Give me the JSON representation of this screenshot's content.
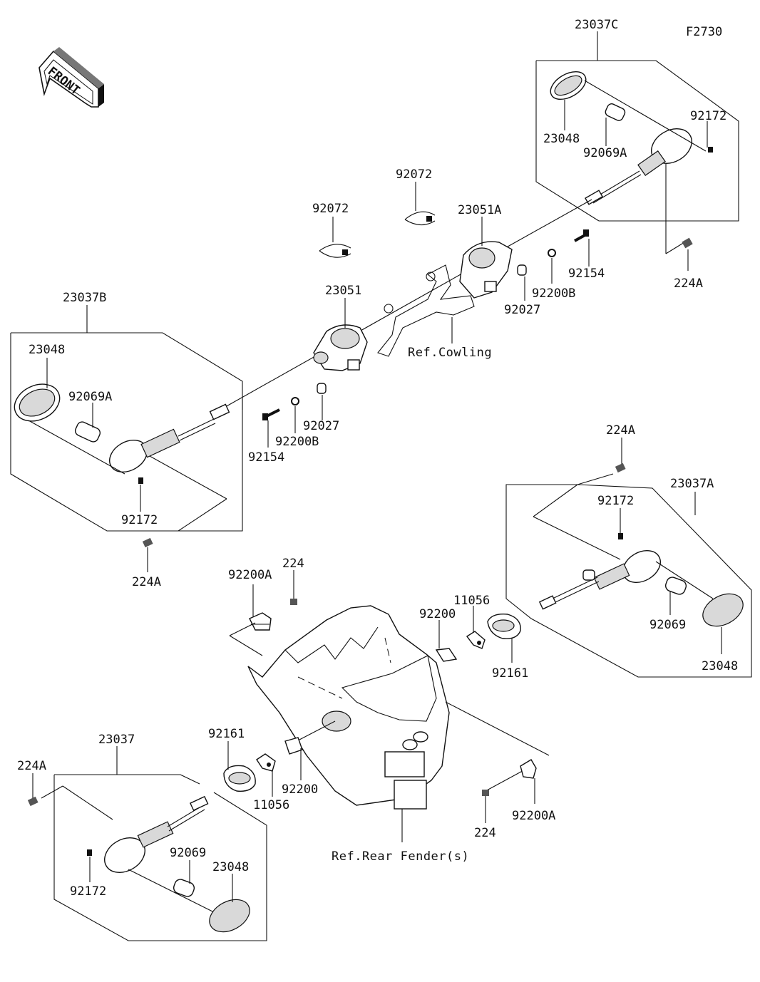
{
  "figure_code": "F2730",
  "front_label": "FRONT",
  "labels": {
    "c_assembly": "23037C",
    "c_lens": "23048",
    "c_bulb": "92069A",
    "c_screw": "92172",
    "c_bolt": "224A",
    "band_right": "92072",
    "band_left": "92072",
    "holder_right": "23051A",
    "holder_left": "23051",
    "bolt_right": "92154",
    "washer_right": "92200B",
    "collar_right": "92027",
    "ref_cowling": "Ref.Cowling",
    "b_assembly": "23037B",
    "b_lens": "23048",
    "b_bulb": "92069A",
    "b_screw": "92172",
    "b_bolt": "224A",
    "collar_left": "92027",
    "washer_left": "92200B",
    "bolt_left": "92154",
    "a_bolt_top": "224A",
    "a_assembly": "23037A",
    "a_screw": "92172",
    "a_bulb": "92069",
    "a_lens": "23048",
    "grommet_right": "92161",
    "clip_right": "11056",
    "washer_fender_right": "92200",
    "washer_a_left": "92200A",
    "bolt_224_left": "224",
    "base_assembly": "23037",
    "base_bolt": "224A",
    "grommet_left": "92161",
    "clip_left": "11056",
    "washer_fender_left": "92200",
    "base_screw": "92172",
    "base_bulb": "92069",
    "base_lens": "23048",
    "bolt_224_right": "224",
    "washer_a_right": "92200A",
    "ref_rear_fender": "Ref.Rear Fender(s)"
  }
}
